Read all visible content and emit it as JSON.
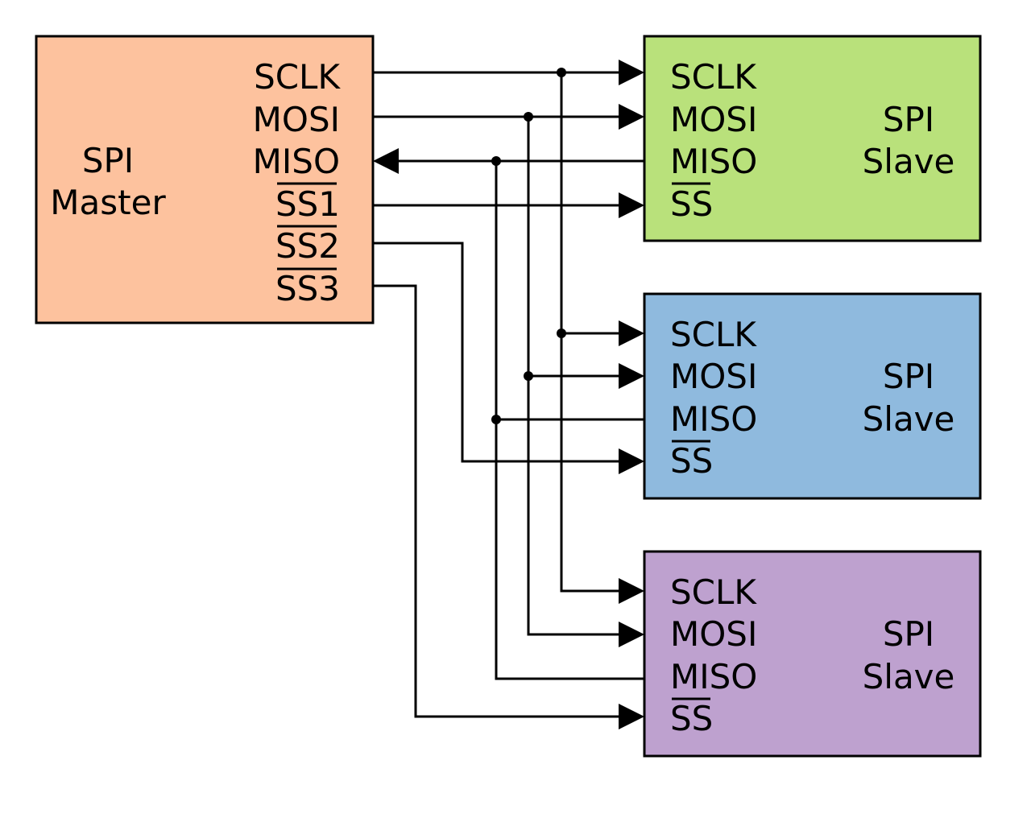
{
  "master": {
    "title_line1": "SPI",
    "title_line2": "Master",
    "color": "#fdc29e",
    "pins": {
      "sclk": "SCLK",
      "mosi": "MOSI",
      "miso": "MISO",
      "ss1": "SS1",
      "ss2": "SS2",
      "ss3": "SS3"
    }
  },
  "slaves": [
    {
      "title_line1": "SPI",
      "title_line2": "Slave",
      "color": "#b9e17b",
      "pins": {
        "sclk": "SCLK",
        "mosi": "MOSI",
        "miso": "MISO",
        "ss": "SS"
      }
    },
    {
      "title_line1": "SPI",
      "title_line2": "Slave",
      "color": "#8fbade",
      "pins": {
        "sclk": "SCLK",
        "mosi": "MOSI",
        "miso": "MISO",
        "ss": "SS"
      }
    },
    {
      "title_line1": "SPI",
      "title_line2": "Slave",
      "color": "#bea1cf",
      "pins": {
        "sclk": "SCLK",
        "mosi": "MOSI",
        "miso": "MISO",
        "ss": "SS"
      }
    }
  ]
}
